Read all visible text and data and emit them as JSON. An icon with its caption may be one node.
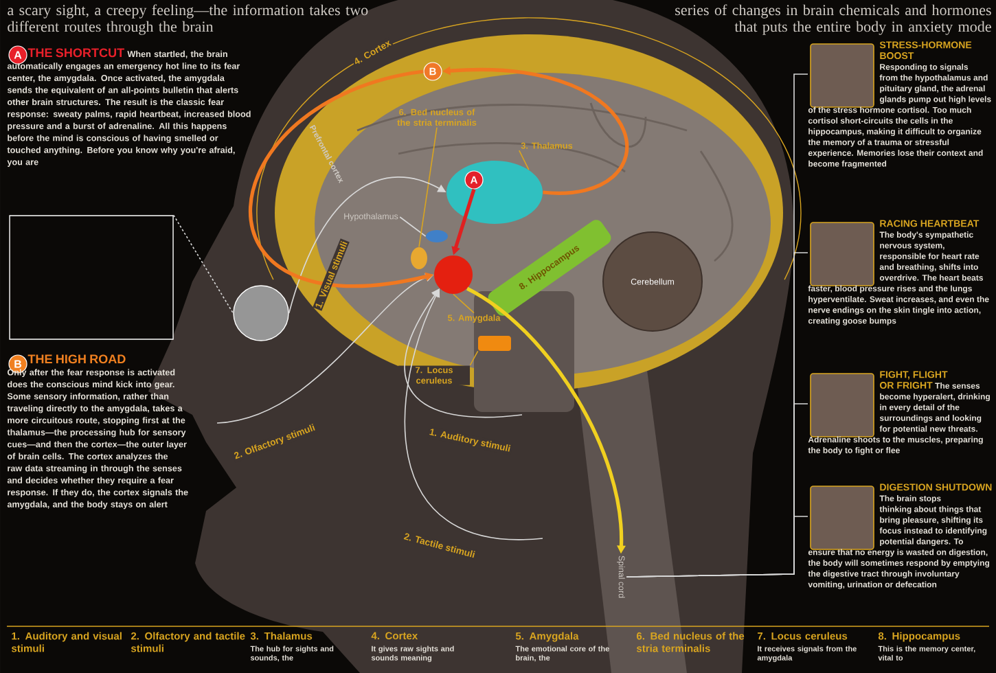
{
  "diagram": {
    "nodes": [
      {
        "text": [
          "A",
          "THE SHORTCUT",
          "When startled, the brain automatically engages an emergency hot line to its fear center, the amygdala. Once activated, the amygdala sends the equivalent of an all-points bulletin that alerts other brain structures. The result is the classic fear response: sweaty palms, rapid heartbeat, increased blood pressure and a burst of adrenaline. All this happens before the mind is conscious of having smelled or touched anything. Before you know why you're afraid, you are"
        ]
      },
      {
        "text": [
          "B",
          "THE HIGH ROAD",
          "Only after the fear response is activated does the conscious mind kick into gear. Some sensory information, rather than traveling directly to the amygdala, takes a more circuitous route, stopping first at the thalamus—the processing hub for sensory cues—and then the cortex—the outer layer of brain cells. The cortex analyzes the raw data streaming in through the senses and decides whether they require a fear response. If they do, the cortex signals the amygdala, and the body stays on alert"
        ]
      },
      {
        "text": [],
        "shape": "box"
      },
      {
        "text": [],
        "shape": "circle"
      },
      {
        "text": [
          "Hypothalamus"
        ]
      },
      {
        "text": [],
        "shape": "ellipse"
      },
      {
        "text": [
          "6. Bed nucleus of the stria terminalis"
        ]
      },
      {
        "text": [],
        "shape": "ellipse"
      },
      {
        "text": [
          "3. Thalamus"
        ]
      },
      {
        "text": [],
        "shape": "ellipse"
      },
      {
        "text": [],
        "shape": "ellipse"
      },
      {
        "text": [
          "5. Amygdala"
        ]
      },
      {
        "text": [
          "8. Hippocampus"
        ]
      },
      {
        "text": [],
        "shape": "box"
      },
      {
        "text": [
          "7. Locus ceruleus"
        ]
      },
      {
        "text": [
          "Cerebellum"
        ]
      },
      {
        "text": [
          "Spinal cord"
        ]
      },
      {
        "text": [
          "STRESS-HORMONE BOOST",
          "Responding to signals from the hypothalamus and pituitary gland, the adrenal glands pump out high levels of the stress hormone cortisol. Too much cortisol short-circuits the cells in the hippocampus, making it difficult to organize the memory of a trauma or stressful experience. Memories lose their context and become fragmented"
        ]
      },
      {
        "text": [
          "RACING HEARTBEAT",
          "The body's sympathetic nervous system, responsible for heart rate and breathing, shifts into overdrive. The heart beats faster, blood pressure rises and the lungs hyperventilate. Sweat increases, and even the nerve endings on the skin tingle into action, creating goose bumps"
        ]
      },
      {
        "text": [
          "FIGHT, FLIGHT OR FRIGHT",
          "The senses become hyperalert, drinking in every detail of the surroundings and looking for potential new threats. Adrenaline shoots to the muscles, preparing the body to fight or flee"
        ]
      },
      {
        "text": [
          "DIGESTION SHUTDOWN",
          "The brain stops thinking about things that bring pleasure, shifting its focus instead to identifying potential dangers. To ensure that no energy is wasted on digestion, the body will sometimes respond by emptying the digestive tract through involuntary vomiting, urination or defecation"
        ]
      },
      {
        "text": [
          "B"
        ]
      },
      {
        "text": [
          "A"
        ],
        "in": 9
      }
    ],
    "edges": [
      {
        "from": 2,
        "to": 3,
        "arrow": "none",
        "style": "dashed"
      },
      {
        "from": 4,
        "to": 5,
        "arrow": "none"
      },
      {
        "from": 6,
        "to": 7,
        "arrow": "none",
        "color": "#d9a520"
      },
      {
        "from": 8,
        "to": 9,
        "arrow": "none",
        "color": "#d9a520"
      },
      {
        "from": 11,
        "to": 10,
        "arrow": "none",
        "color": "#d9a520"
      },
      {
        "from": 14,
        "to": 13,
        "arrow": "none",
        "color": "#d9a520"
      },
      {
        "from": 3,
        "to": 9,
        "arrow": "to",
        "label": "1. Visual stimuli"
      },
      {
        "from": null,
        "to": 10,
        "arrow": "to",
        "label": "2. Olfactory stimuli"
      },
      {
        "from": null,
        "to": 10,
        "arrow": "to",
        "label": "1. Auditory stimuli"
      },
      {
        "from": null,
        "to": 10,
        "arrow": "to",
        "label": "2. Tactile stimuli"
      },
      {
        "from": 9,
        "to": 21,
        "arrow": "to",
        "style": "thick",
        "color": "#f07820"
      },
      {
        "from": 21,
        "to": 10,
        "arrow": "to",
        "style": "thick",
        "color": "#f07820"
      },
      {
        "from": 22,
        "to": 10,
        "arrow": "to",
        "style": "thick",
        "color": "#e02020"
      },
      {
        "from": 10,
        "to": 16,
        "arrow": "to",
        "style": "thick",
        "color": "#f0d020"
      },
      {
        "from": 16,
        "to": 17,
        "arrow": "none"
      },
      {
        "from": 16,
        "to": 18,
        "arrow": "none"
      },
      {
        "from": 16,
        "to": 19,
        "arrow": "none"
      },
      {
        "from": 16,
        "to": 20,
        "arrow": "none"
      }
    ],
    "labels": [
      "a scary sight, a creepy feeling—the information takes two different routes through the brain",
      "series of changes in brain chemicals and hormones that puts the entire body in anxiety mode",
      "4. Cortex",
      "Prefrontal cortex",
      "1. Auditory and visual stimuli",
      "2. Olfactory and tactile stimuli",
      "3. Thalamus",
      "The hub for sights and sounds, the",
      "4. Cortex",
      "It gives raw sights and sounds meaning",
      "5. Amygdala",
      "The emotional core of the brain, the",
      "6. Bed nucleus of the stria terminalis",
      "7. Locus ceruleus",
      "It receives signals from the amygdala",
      "8. Hippocampus",
      "This is the memory center, vital to"
    ]
  }
}
